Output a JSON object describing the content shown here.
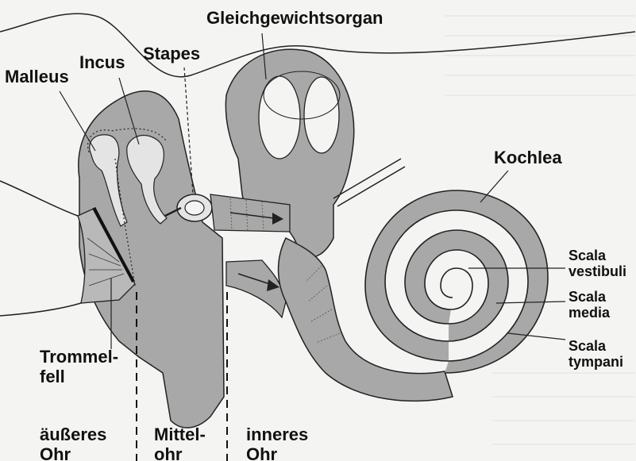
{
  "labels": {
    "gleichgewichtsorgan": "Gleichgewichtsorgan",
    "malleus": "Malleus",
    "incus": "Incus",
    "stapes": "Stapes",
    "kochlea": "Kochlea",
    "trommelfell": [
      "Trommel-",
      "fell"
    ],
    "aeusseres_ohr": [
      "äußeres",
      "Ohr"
    ],
    "mittelohr": [
      "Mittel-",
      "ohr"
    ],
    "inneres_ohr": [
      "inneres",
      "Ohr"
    ],
    "scala_vestibuli": [
      "Scala",
      "vestibuli"
    ],
    "scala_media": [
      "Scala",
      "media"
    ],
    "scala_tympani": [
      "Scala",
      "tympani"
    ]
  },
  "colors": {
    "background": "#f4f4f2",
    "tissue": "#a8a8a8",
    "ossicle": "#e4e4e4",
    "ink": "#111111"
  }
}
